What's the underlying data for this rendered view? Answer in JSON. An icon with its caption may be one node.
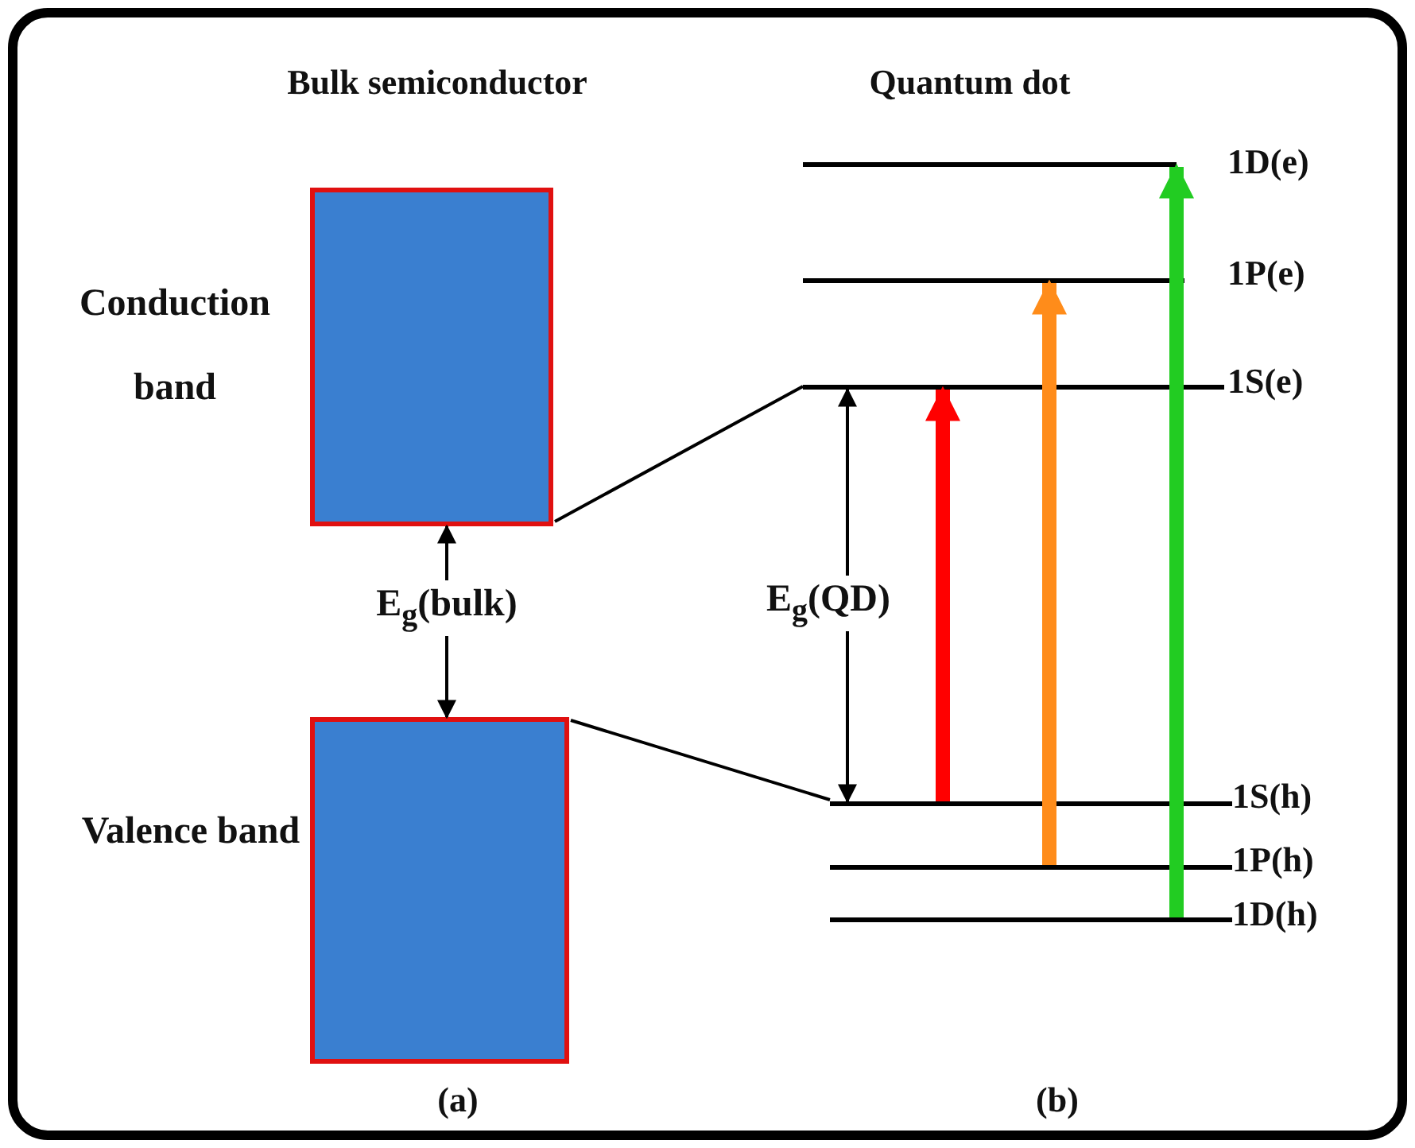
{
  "diagram": {
    "nodes": [
      {
        "text": [],
        "shape": "box",
        "beside": [
          "Conduction band"
        ]
      },
      {
        "text": [],
        "shape": "box",
        "beside": [
          "Valence band"
        ]
      },
      {
        "text": [],
        "shape": "bar",
        "beside": [
          "1D(e)"
        ]
      },
      {
        "text": [],
        "shape": "bar",
        "beside": [
          "1P(e)"
        ]
      },
      {
        "text": [],
        "shape": "bar",
        "beside": [
          "1S(e)"
        ]
      },
      {
        "text": [],
        "shape": "bar",
        "beside": [
          "1S(h)"
        ]
      },
      {
        "text": [],
        "shape": "bar",
        "beside": [
          "1P(h)"
        ]
      },
      {
        "text": [],
        "shape": "bar",
        "beside": [
          "1D(h)"
        ]
      }
    ],
    "edges": [
      {
        "from": 0,
        "to": 1,
        "arrow": "both",
        "label": "E$_{g}$(bulk)"
      },
      {
        "from": 0,
        "to": 4,
        "arrow": "none"
      },
      {
        "from": 1,
        "to": 5,
        "arrow": "none"
      },
      {
        "from": 4,
        "to": 5,
        "arrow": "both",
        "label": "E$_{g}$(QD)"
      },
      {
        "from": 5,
        "to": 4,
        "arrow": "to",
        "style": "thick",
        "color": "#ff0000"
      },
      {
        "from": 6,
        "to": 3,
        "arrow": "to",
        "style": "thick",
        "color": "#ff8c1a"
      },
      {
        "from": 7,
        "to": 2,
        "arrow": "to",
        "style": "thick",
        "color": "#22cc22"
      }
    ],
    "labels": [
      "Bulk semiconductor",
      "Quantum dot",
      "(a)",
      "(b)"
    ]
  }
}
